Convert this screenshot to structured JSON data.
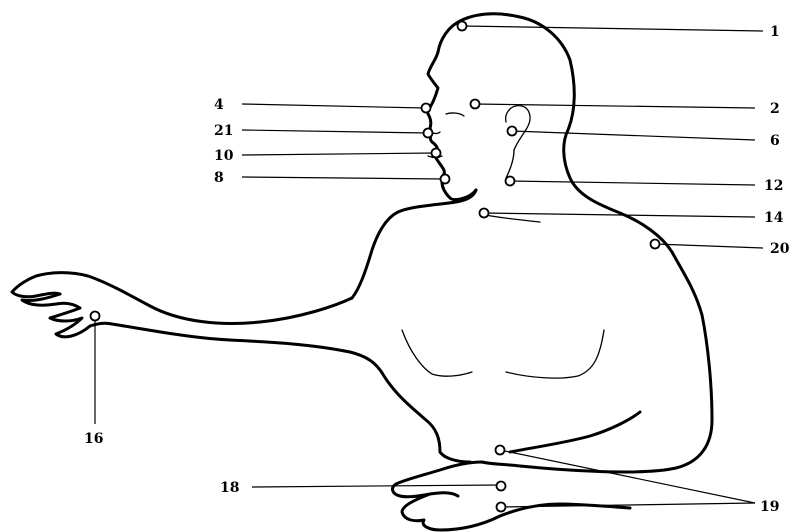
{
  "points": [
    {
      "id": "p1",
      "label": "1"
    },
    {
      "id": "p2",
      "label": "2"
    },
    {
      "id": "p4",
      "label": "4"
    },
    {
      "id": "p6",
      "label": "6"
    },
    {
      "id": "p8",
      "label": "8"
    },
    {
      "id": "p10",
      "label": "10"
    },
    {
      "id": "p12",
      "label": "12"
    },
    {
      "id": "p14",
      "label": "14"
    },
    {
      "id": "p16",
      "label": "16"
    },
    {
      "id": "p18",
      "label": "18"
    },
    {
      "id": "p19",
      "label": "19"
    },
    {
      "id": "p20",
      "label": "20"
    },
    {
      "id": "p21",
      "label": "21"
    }
  ]
}
